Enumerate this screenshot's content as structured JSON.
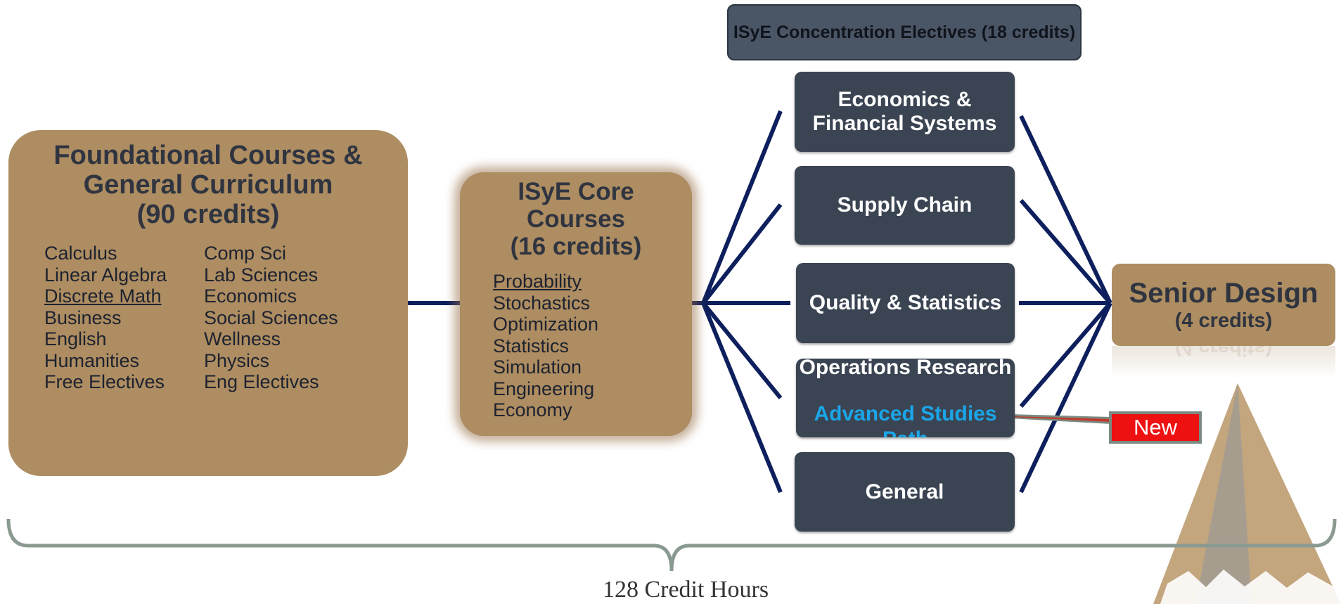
{
  "foundational": {
    "title_line1": "Foundational Courses &",
    "title_line2": "General Curriculum",
    "title_line3": "(90 credits)",
    "col1": [
      "Calculus",
      "Linear Algebra",
      "Discrete Math",
      "Business",
      "English",
      "Humanities",
      "Free Electives"
    ],
    "col2": [
      "Comp Sci",
      "Lab Sciences",
      "Economics",
      "Social Sciences",
      "Wellness",
      "Physics",
      "Eng Electives"
    ]
  },
  "core": {
    "title_line1": "ISyE Core",
    "title_line2": "Courses",
    "title_line3": "(16 credits)",
    "courses": [
      "Probability",
      "Stochastics",
      "Optimization",
      "Statistics",
      "Simulation",
      "Engineering",
      "Economy"
    ]
  },
  "concentrations": {
    "header": "ISyE Concentration Electives (18 credits)",
    "economics": "Economics & Financial Systems",
    "supply_chain": "Supply Chain",
    "quality": "Quality & Statistics",
    "operations": "Operations Research",
    "advanced": "Advanced Studies Path",
    "general": "General"
  },
  "senior_design": {
    "title": "Senior Design",
    "credits": "(4 credits)"
  },
  "new_badge": "New",
  "total": "128 Credit Hours",
  "colors": {
    "tan": "#ad8d61",
    "dark_box": "#3b4452",
    "connector": "#0d1f5c",
    "bracket": "#8a9a90",
    "advanced_text": "#1aa6e8",
    "new_badge": "#ee1111"
  }
}
